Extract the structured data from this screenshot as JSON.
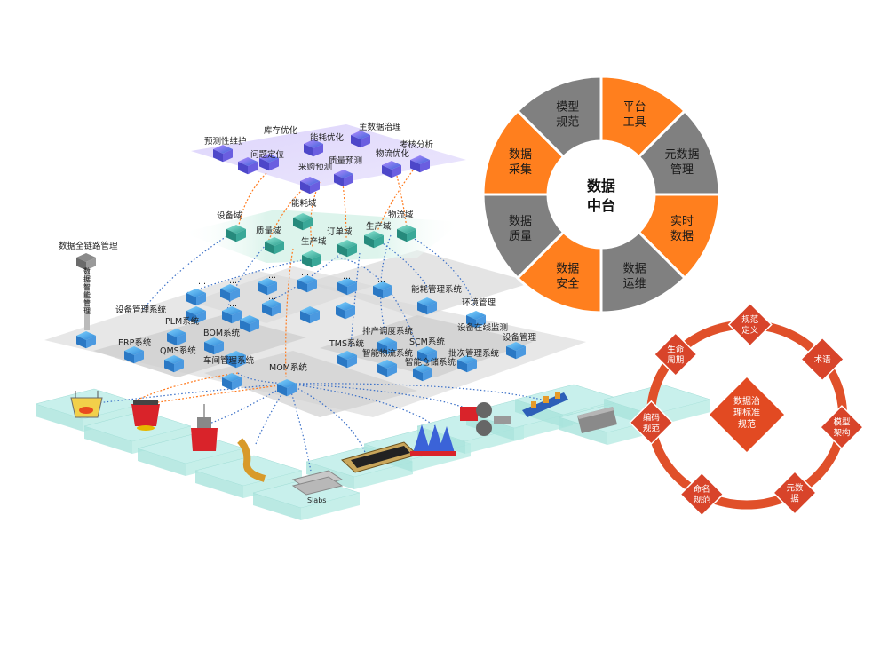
{
  "architecture": {
    "top_layer": [
      "预测性维护",
      "库存优化",
      "能耗优化",
      "主数据治理",
      "问题定位",
      "考核分析",
      "采购预测",
      "质量预测",
      "物流优化"
    ],
    "domain_layer": [
      "设备域",
      "能耗域",
      "质量域",
      "订单域",
      "生产域",
      "物流域",
      "生产域"
    ],
    "side_module": {
      "title": "数据全链路管理",
      "vertical": "数据智能管理"
    },
    "systems": [
      "设备管理系统",
      "PLM系统",
      "BOM系统",
      "ERP系统",
      "QMS系统",
      "车间管理系统",
      "MOM系统",
      "能耗管理系统",
      "环境管理",
      "排产调度系统",
      "设备在线监测",
      "TMS系统",
      "SCM系统",
      "设备管理",
      "智能物流系统",
      "批次管理系统",
      "智能仓储系统"
    ],
    "ellipsis": "...",
    "factory_label": "Slabs"
  },
  "platform": {
    "center": [
      "数据",
      "中台"
    ],
    "segments": [
      {
        "lines": [
          "平台",
          "工具"
        ],
        "color": "#FF7F1E"
      },
      {
        "lines": [
          "元数据",
          "管理"
        ],
        "color": "#808080"
      },
      {
        "lines": [
          "实时",
          "数据"
        ],
        "color": "#FF7F1E"
      },
      {
        "lines": [
          "数据",
          "运维"
        ],
        "color": "#808080"
      },
      {
        "lines": [
          "数据",
          "安全"
        ],
        "color": "#FF7F1E"
      },
      {
        "lines": [
          "数据",
          "质量"
        ],
        "color": "#808080"
      },
      {
        "lines": [
          "数据",
          "采集"
        ],
        "color": "#FF7F1E"
      },
      {
        "lines": [
          "模型",
          "规范"
        ],
        "color": "#808080"
      }
    ]
  },
  "governance": {
    "center": [
      "数据治",
      "理标准",
      "规范"
    ],
    "nodes": [
      {
        "lines": [
          "规范",
          "定义"
        ]
      },
      {
        "lines": [
          "术语"
        ]
      },
      {
        "lines": [
          "模型",
          "架构"
        ]
      },
      {
        "lines": [
          "元数",
          "据"
        ]
      },
      {
        "lines": [
          "命名",
          "规范"
        ]
      },
      {
        "lines": [
          "编码",
          "规范"
        ]
      },
      {
        "lines": [
          "生命",
          "周期"
        ]
      }
    ],
    "colors": {
      "ring": "#E0502A",
      "node": "#D8442A",
      "center": "#E24A22"
    }
  }
}
